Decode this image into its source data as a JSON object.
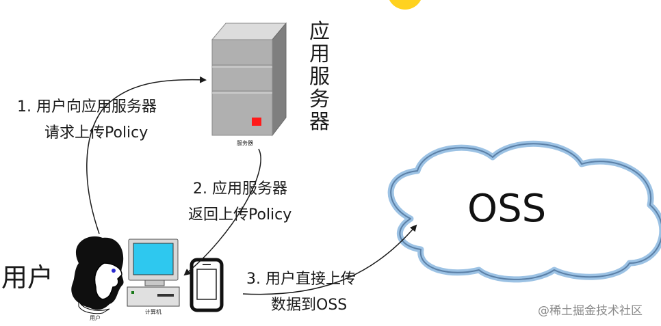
{
  "server": {
    "label": "应用服务器",
    "sublabel": "服务器"
  },
  "steps": {
    "step1_line1": "1. 用户向应用服务器",
    "step1_line2": "请求上传Policy",
    "step2_line1": "2. 应用服务器",
    "step2_line2": "返回上传Policy",
    "step3_line1": "3. 用户直接上传",
    "step3_line2": "数据到OSS"
  },
  "user": {
    "label": "用户",
    "person_caption": "用户",
    "computer_caption": "计算机"
  },
  "oss": {
    "label": "OSS"
  },
  "watermark": "@稀土掘金技术社区",
  "colors": {
    "server_body": "#a8a8a8",
    "server_light": "#d6d6d6",
    "indicator": "#ff1a1a",
    "cloud_stroke": "#9cc2e4",
    "monitor_screen": "#2ec8ef",
    "sun": "#ffd21f"
  }
}
